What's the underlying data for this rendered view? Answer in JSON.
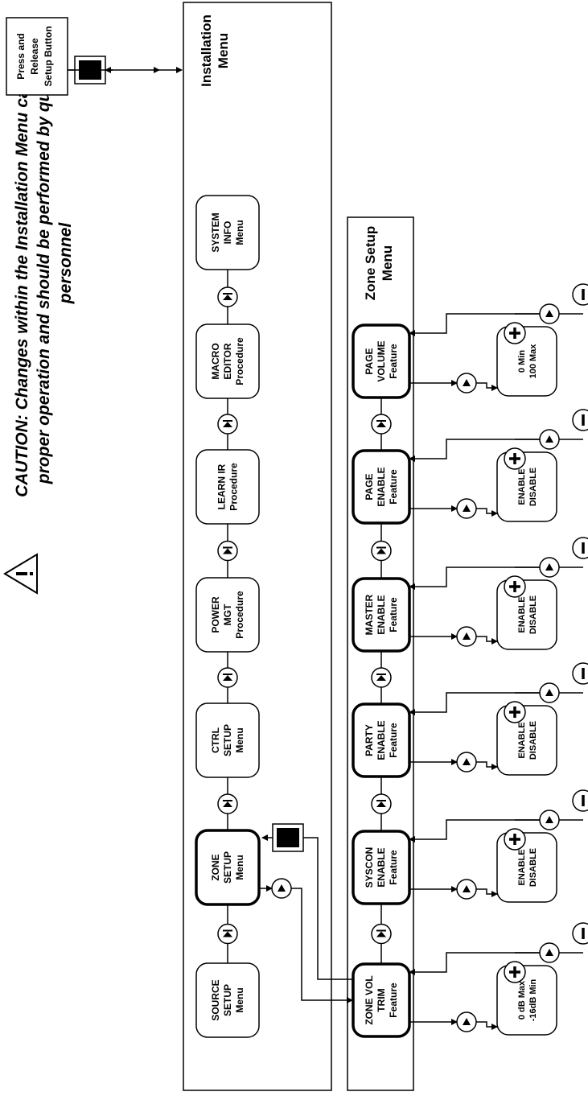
{
  "caution": {
    "text": "CAUTION: Changes within the Installation Menu can affect proper operation and should be performed by qualified personnel",
    "lines": [
      "CAUTION: Changes within the Installation Menu can affect",
      "proper operation and should be performed by qualified",
      "personnel"
    ]
  },
  "setup_button": {
    "lines": [
      "Press and",
      "Release",
      "Setup Button"
    ]
  },
  "installation_menu": {
    "title_lines": [
      "Installation",
      "Menu"
    ],
    "items": [
      {
        "lines": [
          "SOURCE",
          "SETUP",
          "Menu"
        ],
        "highlight": false
      },
      {
        "lines": [
          "ZONE",
          "SETUP",
          "Menu"
        ],
        "highlight": true
      },
      {
        "lines": [
          "CTRL",
          "SETUP",
          "Menu"
        ],
        "highlight": false
      },
      {
        "lines": [
          "POWER",
          "MGT",
          "Procedure"
        ],
        "highlight": false
      },
      {
        "lines": [
          "LEARN IR",
          "Procedure"
        ],
        "highlight": false
      },
      {
        "lines": [
          "MACRO",
          "EDITOR",
          "Procedure"
        ],
        "highlight": false
      },
      {
        "lines": [
          "SYSTEM",
          "INFO",
          "Menu"
        ],
        "highlight": false
      }
    ]
  },
  "zone_setup_menu": {
    "title_lines": [
      "Zone Setup",
      "Menu"
    ],
    "features": [
      {
        "lines": [
          "ZONE VOL",
          "TRIM",
          "Feature"
        ],
        "value_lines": [
          "0 dB Max",
          "-16dB Min"
        ]
      },
      {
        "lines": [
          "SYSCON",
          "ENABLE",
          "Feature"
        ],
        "value_lines": [
          "ENABLE",
          "DISABLE"
        ]
      },
      {
        "lines": [
          "PARTY",
          "ENABLE",
          "Feature"
        ],
        "value_lines": [
          "ENABLE",
          "DISABLE"
        ]
      },
      {
        "lines": [
          "MASTER",
          "ENABLE",
          "Feature"
        ],
        "value_lines": [
          "ENABLE",
          "DISABLE"
        ]
      },
      {
        "lines": [
          "PAGE",
          "ENABLE",
          "Feature"
        ],
        "value_lines": [
          "ENABLE",
          "DISABLE"
        ]
      },
      {
        "lines": [
          "PAGE",
          "VOLUME",
          "Feature"
        ],
        "value_lines": [
          "0 Min",
          "100 Max"
        ]
      }
    ]
  },
  "symbols": {
    "plus": "+",
    "minus": "−",
    "up_icon": "up-arrow-button-icon",
    "next_icon": "next-button-icon",
    "lcd_icon": "lcd-display-icon",
    "warning_icon": "warning-triangle-icon"
  }
}
